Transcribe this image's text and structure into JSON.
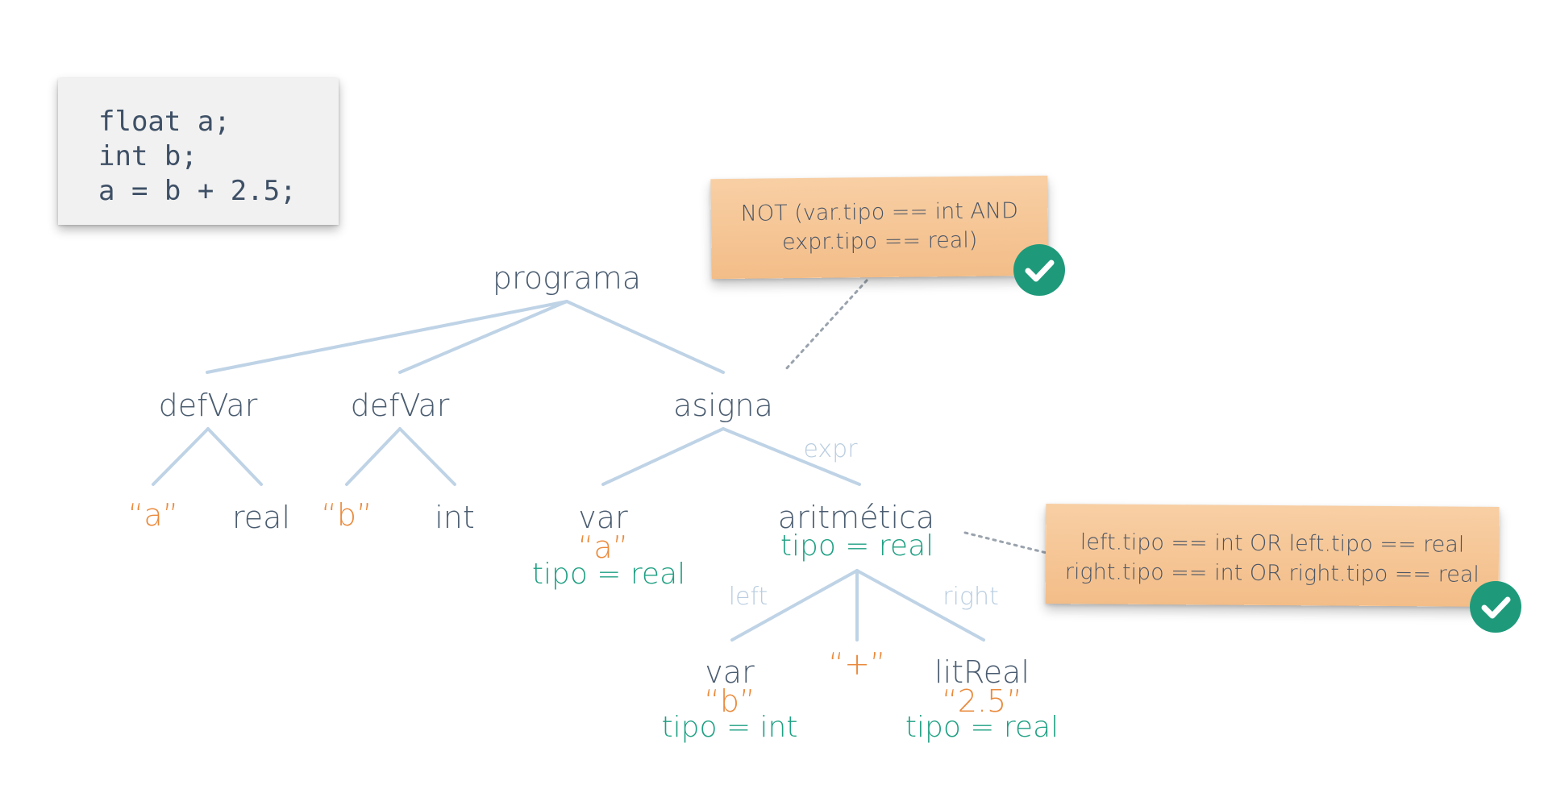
{
  "code": {
    "lines": [
      "float a;",
      "int b;",
      "a = b + 2.5;"
    ]
  },
  "tree": {
    "root": "programa",
    "defvar1": {
      "label": "defVar",
      "name": "“a”",
      "type": "real"
    },
    "defvar2": {
      "label": "defVar",
      "name": "“b”",
      "type": "int"
    },
    "asigna": {
      "label": "asigna",
      "expr_label": "expr"
    },
    "var_a": {
      "label": "var",
      "name": "“a”",
      "tipo": "tipo = real"
    },
    "aritmetica": {
      "label": "aritmética",
      "tipo": "tipo = real",
      "left_label": "left",
      "right_label": "right"
    },
    "var_b": {
      "label": "var",
      "name": "“b”",
      "tipo": "tipo = int"
    },
    "op": {
      "label": "“+”"
    },
    "litreal": {
      "label": "litReal",
      "value": "“2.5”",
      "tipo": "tipo = real"
    }
  },
  "notes": {
    "asigna_rule": {
      "line1": "NOT (var.tipo == int AND",
      "line2": "expr.tipo == real)",
      "status_icon": "check-icon"
    },
    "aritmetica_rule": {
      "line1": "left.tipo == int OR left.tipo == real",
      "line2": "right.tipo == int OR right.tipo == real",
      "status_icon": "check-icon"
    }
  },
  "colors": {
    "node_text": "#4a5c70",
    "string_literal": "#ea8a3c",
    "type_annotation": "#1fa083",
    "edge": "#bfd3e6",
    "edge_label": "#b9cde0",
    "note_bg": "#f6c696",
    "check_badge": "#1e9a7b"
  }
}
